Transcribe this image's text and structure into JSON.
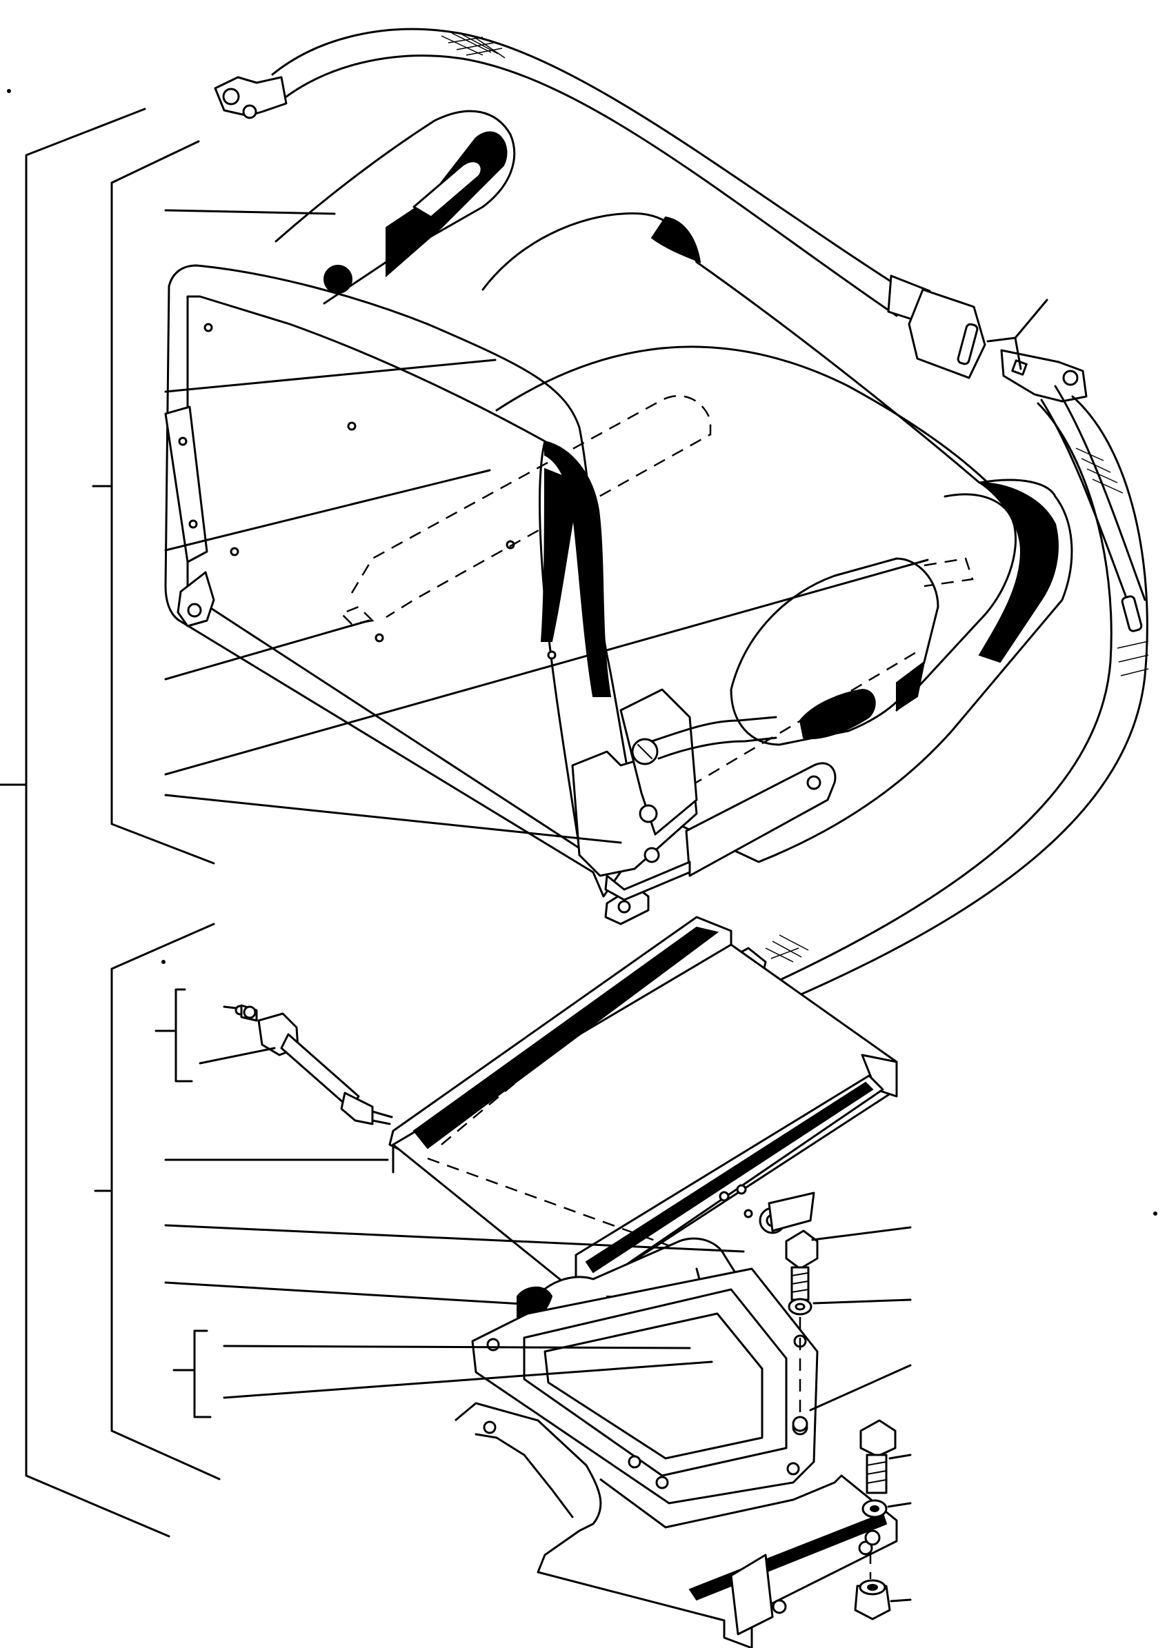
{
  "diagram": {
    "kind": "exploded-assembly-drawing",
    "subject": "seat-with-seat-belt-and-swivel-base",
    "printed_text": [],
    "colors": {
      "ink": "#000000",
      "paper": "#ffffff"
    },
    "callout_count": 20,
    "callout_numbers_printed": false
  }
}
